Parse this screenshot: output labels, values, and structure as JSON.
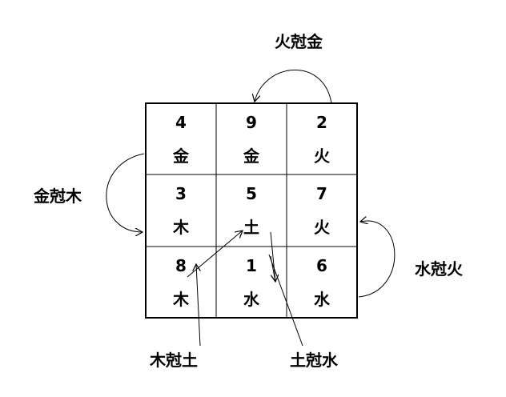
{
  "grid": {
    "cells": [
      {
        "number": "4",
        "element": "金"
      },
      {
        "number": "9",
        "element": "金"
      },
      {
        "number": "2",
        "element": "火"
      },
      {
        "number": "3",
        "element": "木"
      },
      {
        "number": "5",
        "element": "土"
      },
      {
        "number": "7",
        "element": "火"
      },
      {
        "number": "8",
        "element": "木"
      },
      {
        "number": "1",
        "element": "水"
      },
      {
        "number": "6",
        "element": "水"
      }
    ]
  },
  "labels": {
    "fire_over_metal": "火尅金",
    "metal_over_wood": "金尅木",
    "water_over_fire": "水尅火",
    "wood_over_earth": "木尅土",
    "earth_over_water": "土尅水"
  }
}
